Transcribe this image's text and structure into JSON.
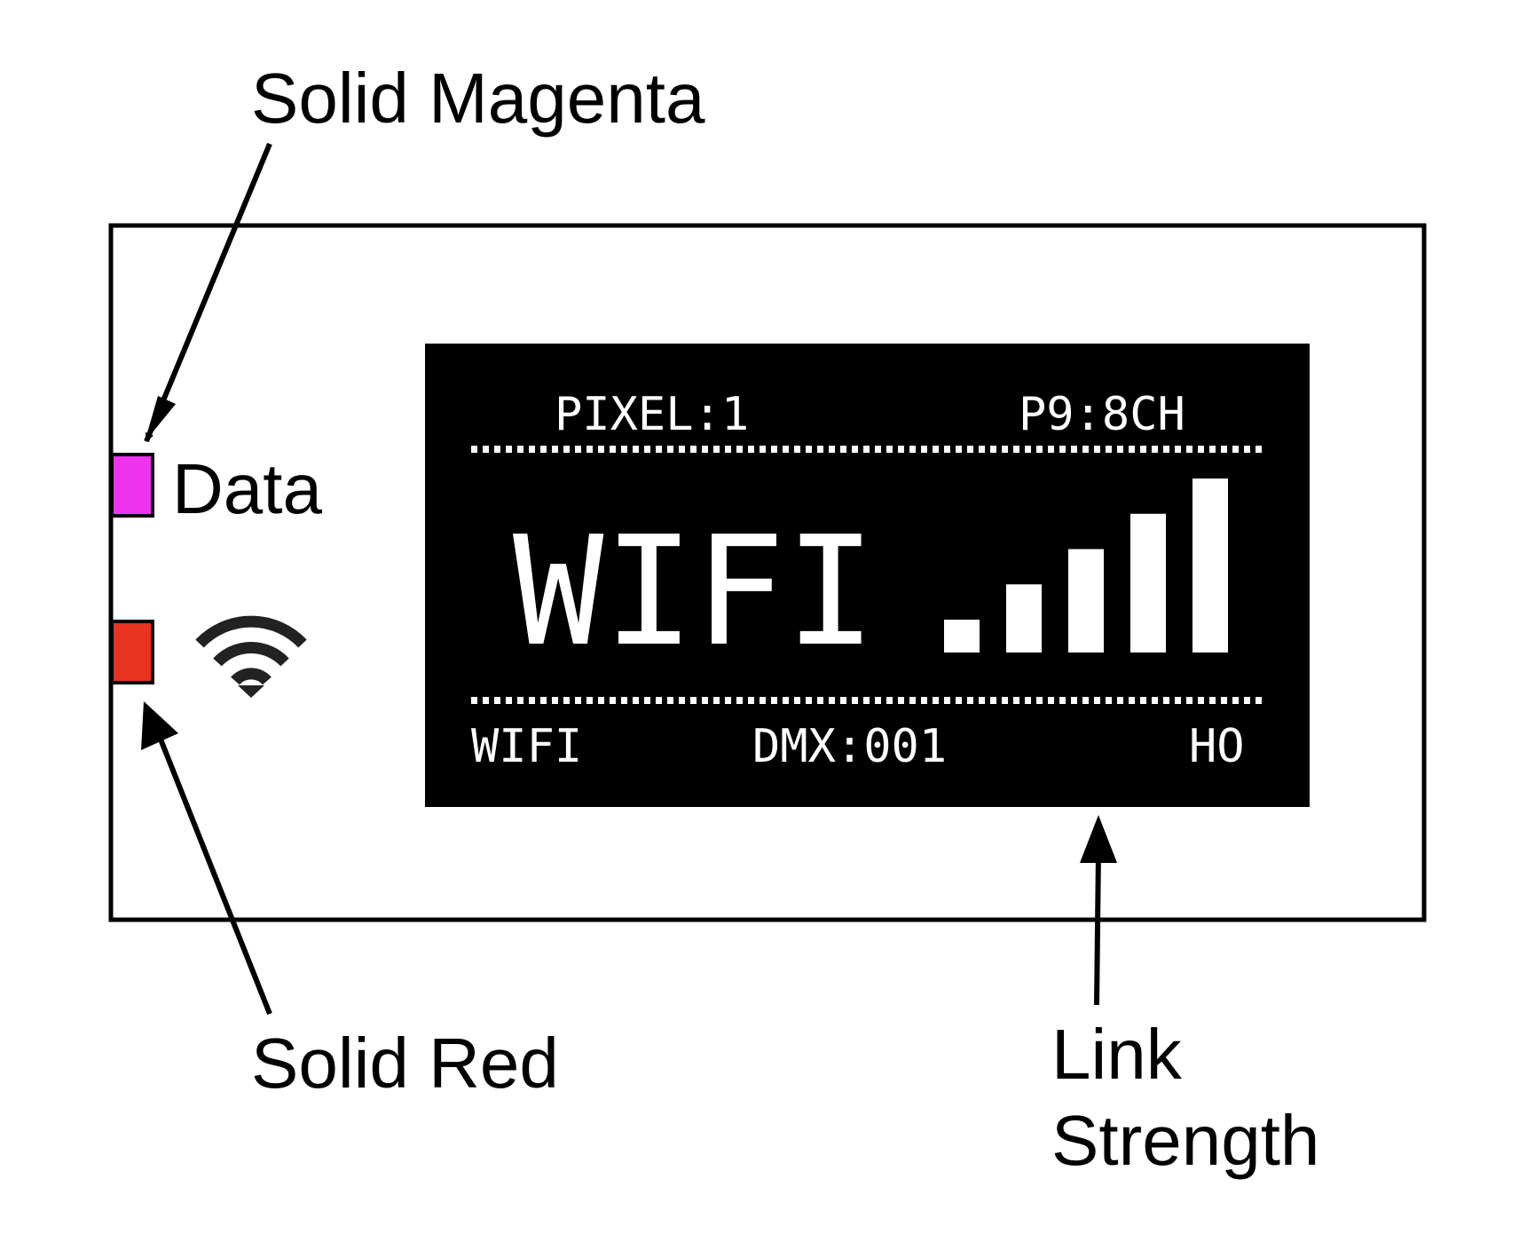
{
  "callouts": {
    "top": "Solid Magenta",
    "bottom": "Solid Red",
    "link_line1": "Link",
    "link_line2": "Strength"
  },
  "leds": {
    "data_label": "Data",
    "data_color": "#ee33ee",
    "wifi_color": "#e8331e",
    "wifi_icon": "wifi-icon"
  },
  "lcd": {
    "top_left": "PIXEL:1",
    "top_right": "P9:8CH",
    "main": "WIFI",
    "bottom_left": "WIFI",
    "bottom_center": "DMX:001",
    "bottom_right": "HO",
    "signal_bars_total": 5,
    "signal_bars_lit": 5
  }
}
